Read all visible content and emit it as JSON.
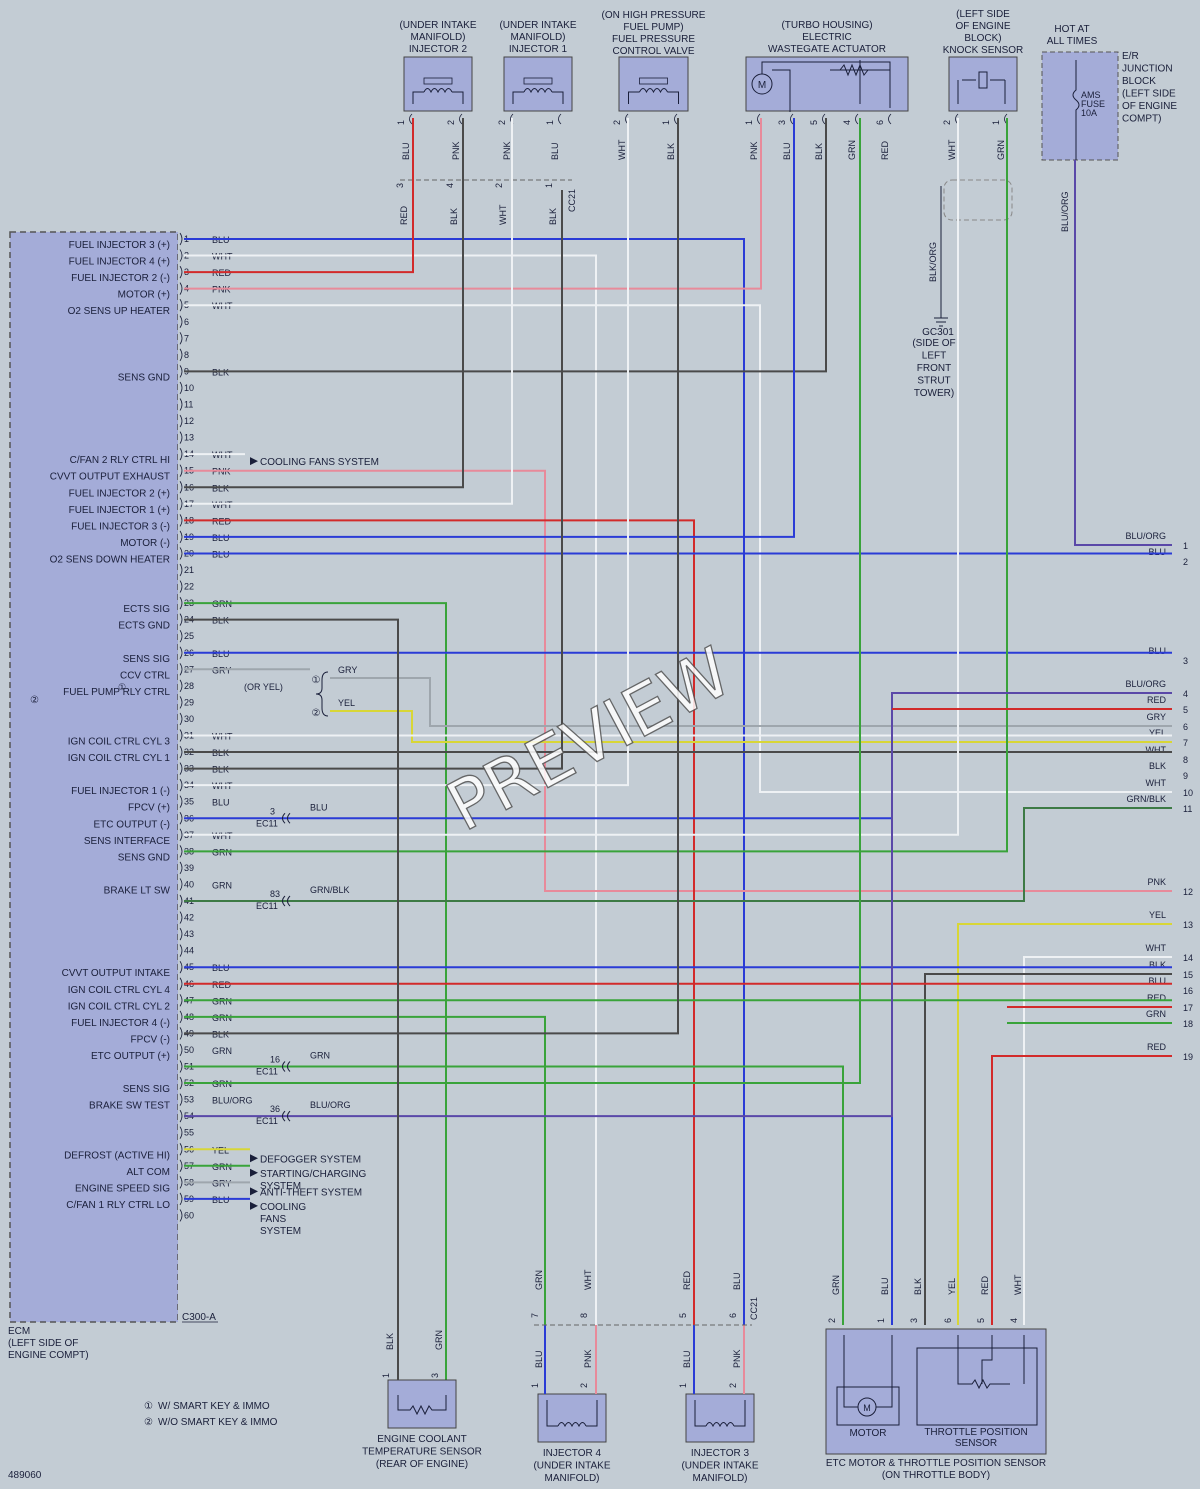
{
  "diagram_id": "489060",
  "watermark": "PREVIEW",
  "ecm": {
    "name": "ECM",
    "location": [
      "(LEFT SIDE OF",
      "ENGINE COMPT)"
    ],
    "connector": "C300-A",
    "variant_marker": "②"
  },
  "ecm_pins": [
    {
      "pin": "1",
      "label": "FUEL INJECTOR 3 (+)",
      "color": "BLU"
    },
    {
      "pin": "2",
      "label": "FUEL INJECTOR 4 (+)",
      "color": "WHT"
    },
    {
      "pin": "3",
      "label": "FUEL INJECTOR 2 (-)",
      "color": "RED"
    },
    {
      "pin": "4",
      "label": "MOTOR (+)",
      "color": "PNK"
    },
    {
      "pin": "5",
      "label": "O2 SENS UP HEATER",
      "color": "WHT"
    },
    {
      "pin": "6",
      "label": "",
      "color": ""
    },
    {
      "pin": "7",
      "label": "",
      "color": ""
    },
    {
      "pin": "8",
      "label": "",
      "color": ""
    },
    {
      "pin": "9",
      "label": "SENS GND",
      "color": "BLK"
    },
    {
      "pin": "10",
      "label": "",
      "color": ""
    },
    {
      "pin": "11",
      "label": "",
      "color": ""
    },
    {
      "pin": "12",
      "label": "",
      "color": ""
    },
    {
      "pin": "13",
      "label": "",
      "color": ""
    },
    {
      "pin": "14",
      "label": "C/FAN 2 RLY CTRL HI",
      "color": "WHT"
    },
    {
      "pin": "15",
      "label": "CVVT OUTPUT EXHAUST",
      "color": "PNK"
    },
    {
      "pin": "16",
      "label": "FUEL INJECTOR 2 (+)",
      "color": "BLK"
    },
    {
      "pin": "17",
      "label": "FUEL INJECTOR 1 (+)",
      "color": "WHT"
    },
    {
      "pin": "18",
      "label": "FUEL INJECTOR 3 (-)",
      "color": "RED"
    },
    {
      "pin": "19",
      "label": "MOTOR (-)",
      "color": "BLU"
    },
    {
      "pin": "20",
      "label": "O2 SENS DOWN HEATER",
      "color": "BLU"
    },
    {
      "pin": "21",
      "label": "",
      "color": ""
    },
    {
      "pin": "22",
      "label": "",
      "color": ""
    },
    {
      "pin": "23",
      "label": "ECTS SIG",
      "color": "GRN"
    },
    {
      "pin": "24",
      "label": "ECTS GND",
      "color": "BLK"
    },
    {
      "pin": "25",
      "label": "",
      "color": ""
    },
    {
      "pin": "26",
      "label": "SENS SIG",
      "color": "BLU"
    },
    {
      "pin": "27",
      "label": "CCV CTRL",
      "color": "GRY"
    },
    {
      "pin": "28",
      "label": "FUEL PUMP RLY CTRL",
      "color": ""
    },
    {
      "pin": "29",
      "label": "",
      "color": ""
    },
    {
      "pin": "30",
      "label": "",
      "color": ""
    },
    {
      "pin": "31",
      "label": "IGN COIL CTRL CYL 3",
      "color": "WHT"
    },
    {
      "pin": "32",
      "label": "IGN COIL CTRL CYL 1",
      "color": "BLK"
    },
    {
      "pin": "33",
      "label": "",
      "color": "BLK"
    },
    {
      "pin": "34",
      "label": "FUEL INJECTOR 1 (-)",
      "color": "WHT"
    },
    {
      "pin": "35",
      "label": "FPCV (+)",
      "color": "BLU"
    },
    {
      "pin": "36",
      "label": "ETC OUTPUT (-)",
      "color": ""
    },
    {
      "pin": "37",
      "label": "SENS INTERFACE",
      "color": "WHT"
    },
    {
      "pin": "38",
      "label": "SENS GND",
      "color": "GRN"
    },
    {
      "pin": "39",
      "label": "",
      "color": ""
    },
    {
      "pin": "40",
      "label": "BRAKE LT SW",
      "color": "GRN"
    },
    {
      "pin": "41",
      "label": "",
      "color": ""
    },
    {
      "pin": "42",
      "label": "",
      "color": ""
    },
    {
      "pin": "43",
      "label": "",
      "color": ""
    },
    {
      "pin": "44",
      "label": "",
      "color": ""
    },
    {
      "pin": "45",
      "label": "CVVT OUTPUT INTAKE",
      "color": "BLU"
    },
    {
      "pin": "46",
      "label": "IGN COIL CTRL CYL 4",
      "color": "RED"
    },
    {
      "pin": "47",
      "label": "IGN COIL CTRL CYL 2",
      "color": "GRN"
    },
    {
      "pin": "48",
      "label": "FUEL INJECTOR 4 (-)",
      "color": "GRN"
    },
    {
      "pin": "49",
      "label": "FPCV (-)",
      "color": "BLK"
    },
    {
      "pin": "50",
      "label": "ETC OUTPUT (+)",
      "color": "GRN"
    },
    {
      "pin": "51",
      "label": "",
      "color": ""
    },
    {
      "pin": "52",
      "label": "SENS SIG",
      "color": "GRN"
    },
    {
      "pin": "53",
      "label": "BRAKE SW TEST",
      "color": "BLU/ORG"
    },
    {
      "pin": "54",
      "label": "",
      "color": ""
    },
    {
      "pin": "55",
      "label": "",
      "color": ""
    },
    {
      "pin": "56",
      "label": "DEFROST (ACTIVE HI)",
      "color": "YEL"
    },
    {
      "pin": "57",
      "label": "ALT COM",
      "color": "GRN"
    },
    {
      "pin": "58",
      "label": "ENGINE SPEED SIG",
      "color": "GRY"
    },
    {
      "pin": "59",
      "label": "C/FAN 1 RLY CTRL LO",
      "color": "BLU"
    },
    {
      "pin": "60",
      "label": "",
      "color": ""
    }
  ],
  "ccv_variant": {
    "marker": "①",
    "gry": "GRY",
    "yel": "YEL",
    "or_yel": "(OR YEL)"
  },
  "system_refs": [
    {
      "text": "COOLING FANS SYSTEM"
    },
    {
      "text": "DEFOGGER SYSTEM"
    },
    {
      "text": "STARTING/CHARGING"
    },
    {
      "text": "SYSTEM"
    },
    {
      "text": "ANTI-THEFT SYSTEM"
    },
    {
      "text": "COOLING"
    },
    {
      "text": "FANS"
    },
    {
      "text": "SYSTEM"
    }
  ],
  "inline_connectors": [
    {
      "name": "EC11",
      "pin": "3",
      "color": "BLU"
    },
    {
      "name": "EC11",
      "pin": "83",
      "color": "GRN/BLK"
    },
    {
      "name": "EC11",
      "pin": "16",
      "color": "GRN"
    },
    {
      "name": "EC11",
      "pin": "36",
      "color": "BLU/ORG"
    }
  ],
  "components_top": [
    {
      "id": "inj2",
      "title": [
        "(UNDER INTAKE",
        "MANIFOLD)",
        "INJECTOR 2"
      ],
      "pins": [
        "1",
        "2"
      ],
      "wires": [
        "BLU",
        "PNK"
      ]
    },
    {
      "id": "inj1",
      "title": [
        "(UNDER INTAKE",
        "MANIFOLD)",
        "INJECTOR 1"
      ],
      "pins": [
        "2",
        "1"
      ],
      "wires": [
        "PNK",
        "BLU"
      ]
    },
    {
      "id": "fpcv",
      "title": [
        "(ON HIGH PRESSURE",
        "FUEL PUMP)",
        "FUEL PRESSURE",
        "CONTROL VALVE"
      ],
      "pins": [
        "2",
        "1"
      ],
      "wires": [
        "WHT",
        "BLK"
      ]
    },
    {
      "id": "wga",
      "title": [
        "(TURBO HOUSING)",
        "ELECTRIC",
        "WASTEGATE ACTUATOR"
      ],
      "pins": [
        "1",
        "3",
        "5",
        "4",
        "6"
      ],
      "wires": [
        "PNK",
        "BLU",
        "BLK",
        "GRN",
        "RED"
      ],
      "motor": "M"
    },
    {
      "id": "knock",
      "title": [
        "(LEFT SIDE",
        "OF ENGINE",
        "BLOCK)",
        "KNOCK SENSOR"
      ],
      "pins": [
        "2",
        "1"
      ],
      "wires": [
        "WHT",
        "GRN"
      ]
    }
  ],
  "cc21": {
    "name": "CC21",
    "pins": [
      "3",
      "4",
      "2",
      "1"
    ],
    "wires": [
      "RED",
      "BLK",
      "WHT",
      "BLK"
    ]
  },
  "ground": {
    "name": "GC301",
    "desc": [
      "(SIDE OF",
      "LEFT",
      "FRONT",
      "STRUT",
      "TOWER)"
    ],
    "wire": "BLK/ORG"
  },
  "junction_block": {
    "hot": [
      "HOT AT",
      "ALL TIMES"
    ],
    "fuse": [
      "AMS",
      "FUSE",
      "10A"
    ],
    "title": [
      "E/R",
      "JUNCTION",
      "BLOCK",
      "(LEFT SIDE",
      "OF ENGINE",
      "COMPT)"
    ],
    "wire": "BLU/ORG"
  },
  "right_ends": [
    {
      "n": "1",
      "c": "BLU/ORG"
    },
    {
      "n": "2",
      "c": "BLU"
    },
    {
      "n": "3",
      "c": "BLU"
    },
    {
      "n": "4",
      "c": "BLU/ORG"
    },
    {
      "n": "5",
      "c": "RED"
    },
    {
      "n": "6",
      "c": "GRY"
    },
    {
      "n": "7",
      "c": "YEL"
    },
    {
      "n": "8",
      "c": "WHT"
    },
    {
      "n": "9",
      "c": "BLK"
    },
    {
      "n": "10",
      "c": "WHT"
    },
    {
      "n": "11",
      "c": "GRN/BLK"
    },
    {
      "n": "12",
      "c": "PNK"
    },
    {
      "n": "13",
      "c": "YEL"
    },
    {
      "n": "14",
      "c": "WHT"
    },
    {
      "n": "15",
      "c": "BLK"
    },
    {
      "n": "16",
      "c": "BLU"
    },
    {
      "n": "17",
      "c": "RED"
    },
    {
      "n": "18",
      "c": "GRN"
    },
    {
      "n": "19",
      "c": "RED"
    }
  ],
  "components_bottom": [
    {
      "id": "ects",
      "title": [
        "ENGINE COOLANT",
        "TEMPERATURE SENSOR",
        "(REAR OF ENGINE)"
      ],
      "pins": [
        "1",
        "3"
      ],
      "wires": [
        "BLK",
        "GRN"
      ]
    },
    {
      "id": "inj4",
      "title": [
        "INJECTOR 4",
        "(UNDER INTAKE",
        "MANIFOLD)"
      ],
      "pins": [
        "1",
        "2"
      ],
      "wires": [
        "BLU",
        "PNK"
      ]
    },
    {
      "id": "inj3",
      "title": [
        "INJECTOR 3",
        "(UNDER INTAKE",
        "MANIFOLD)"
      ],
      "pins": [
        "1",
        "2"
      ],
      "wires": [
        "BLU",
        "PNK"
      ]
    },
    {
      "id": "etc",
      "title": [
        "ETC MOTOR & THROTTLE POSITION SENSOR",
        "(ON THROTTLE BODY)"
      ],
      "motor": "MOTOR",
      "tps": [
        "THROTTLE POSITION",
        "SENSOR"
      ],
      "pins": [
        "2",
        "1",
        "3",
        "6",
        "5",
        "4"
      ],
      "wires": [
        "GRN",
        "BLU",
        "BLK",
        "YEL",
        "RED",
        "WHT"
      ],
      "m": "M"
    }
  ],
  "bottom_connector": {
    "pins": [
      "7",
      "8",
      "5",
      "6"
    ],
    "wires": [
      "GRN",
      "WHT",
      "RED",
      "BLU"
    ],
    "name": "CC21"
  },
  "legend": [
    {
      "mark": "①",
      "text": "W/ SMART KEY & IMMO"
    },
    {
      "mark": "②",
      "text": "W/O SMART KEY & IMMO"
    }
  ],
  "colors": {
    "BLU": "#2a3bd6",
    "RED": "#d22a2a",
    "WHT": "#e8ecef",
    "PNK": "#e88a9a",
    "GRN": "#39a33a",
    "BLK": "#4a4a4a",
    "GRY": "#9ea6ad",
    "YEL": "#d8d636",
    "BLU/ORG": "#5a48a8",
    "GRN/BLK": "#3d7a45",
    "BLK/ORG": "#7a5a3a",
    "box": "#a4acd8",
    "bg": "#c3ccd4",
    "ink": "#1a1f3a"
  }
}
